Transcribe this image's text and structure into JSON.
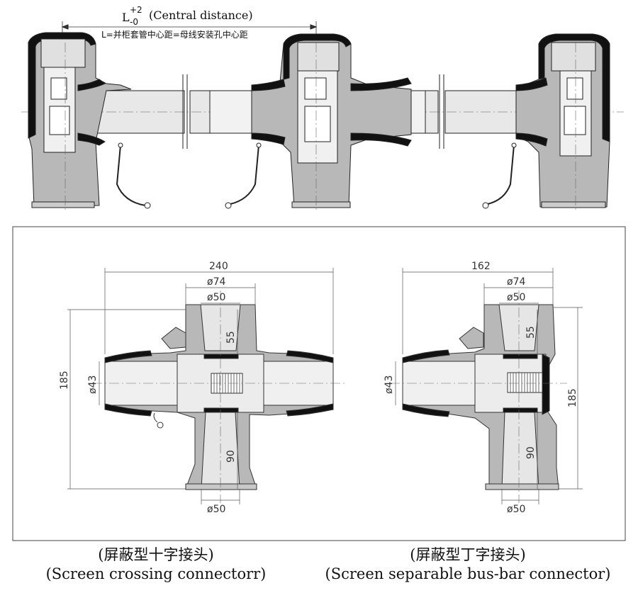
{
  "header": {
    "tolerance_symbol": "L",
    "tolerance_upper": "+2",
    "tolerance_lower": "-0",
    "central_distance": "(Central distance)",
    "definition": "L=并柜套管中心距=母线安装孔中心距"
  },
  "left_detail": {
    "overall_width": "240",
    "outer_diameter": "ø74",
    "top_diameter": "ø50",
    "top_depth": "55",
    "height": "185",
    "bore_diameter": "ø43",
    "lower_depth": "90",
    "bottom_diameter": "ø50"
  },
  "right_detail": {
    "overall_width": "162",
    "outer_diameter": "ø74",
    "top_diameter": "ø50",
    "top_depth": "55",
    "height": "185",
    "bore_diameter": "ø43",
    "lower_depth": "90",
    "bottom_diameter": "ø50"
  },
  "captions": {
    "left_cn": "(屏蔽型十字接头)",
    "left_en": "(Screen crossing connectorr)",
    "right_cn": "(屏蔽型丁字接头)",
    "right_en": "(Screen separable bus-bar connector)"
  },
  "colors": {
    "rubber_gray": "#b8b8b8",
    "screen_black": "#111111",
    "light_fill": "#e4e4e4",
    "line": "#333333"
  }
}
